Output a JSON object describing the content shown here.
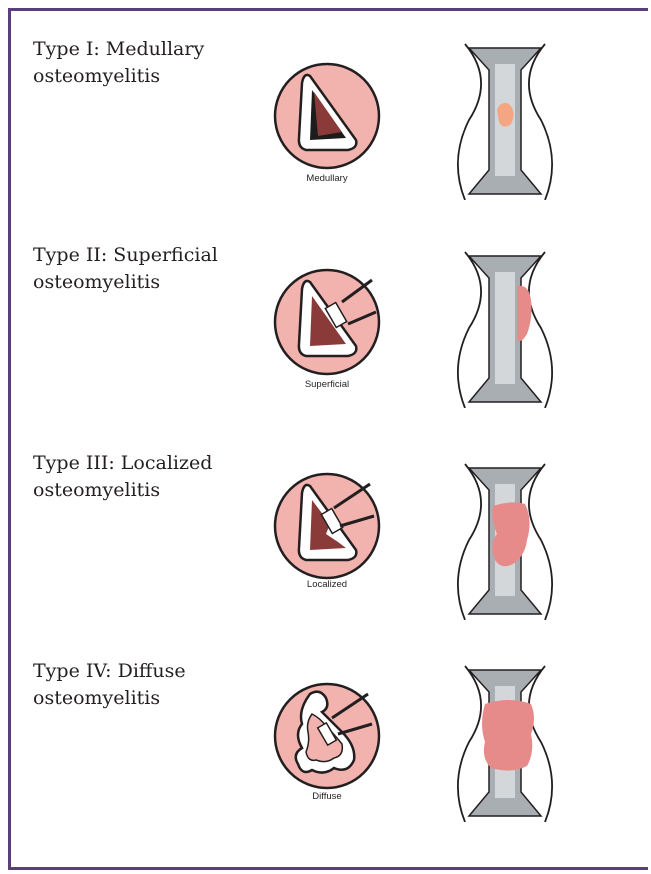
{
  "colors": {
    "border": "#5c3d7d",
    "soft_tissue": "#f2b3ae",
    "bone_gray": "#a9aeb2",
    "infection": "#e68a8a",
    "focus": "#f4a582"
  },
  "rows": [
    {
      "type": "Type I: Medullary",
      "name": "osteomyelitis",
      "caption": "Medullary"
    },
    {
      "type": "Type II: Superficial",
      "name": "osteomyelitis",
      "caption": "Superficial"
    },
    {
      "type": "Type III: Localized",
      "name": "osteomyelitis",
      "caption": "Localized"
    },
    {
      "type": "Type IV: Diffuse",
      "name": "osteomyelitis",
      "caption": "Diffuse"
    }
  ]
}
